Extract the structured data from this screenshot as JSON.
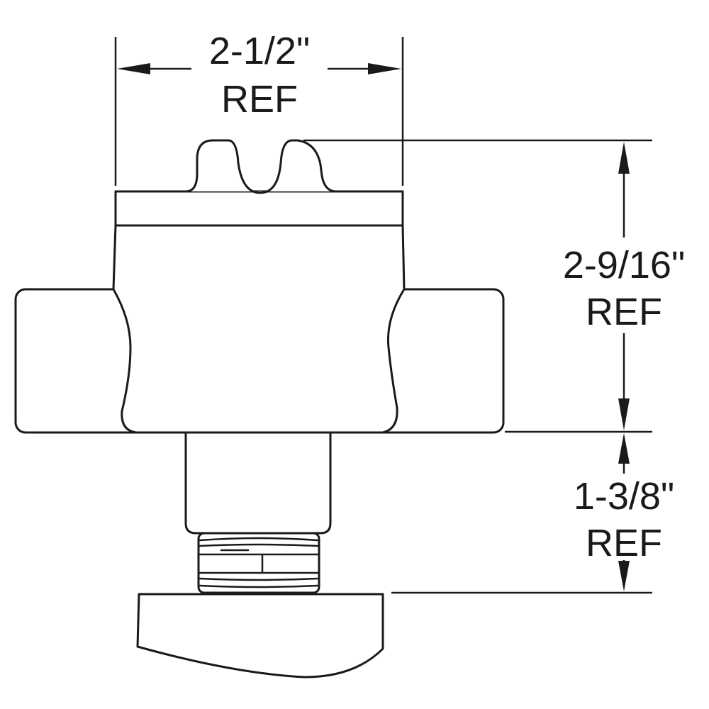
{
  "dimensions": {
    "width": {
      "value": "2-1/2\"",
      "note": "REF"
    },
    "height_upper": {
      "value": "2-9/16\"",
      "note": "REF"
    },
    "height_lower": {
      "value": "1-3/8\"",
      "note": "REF"
    }
  },
  "colors": {
    "line": "#1a1a1a",
    "background": "#ffffff"
  }
}
